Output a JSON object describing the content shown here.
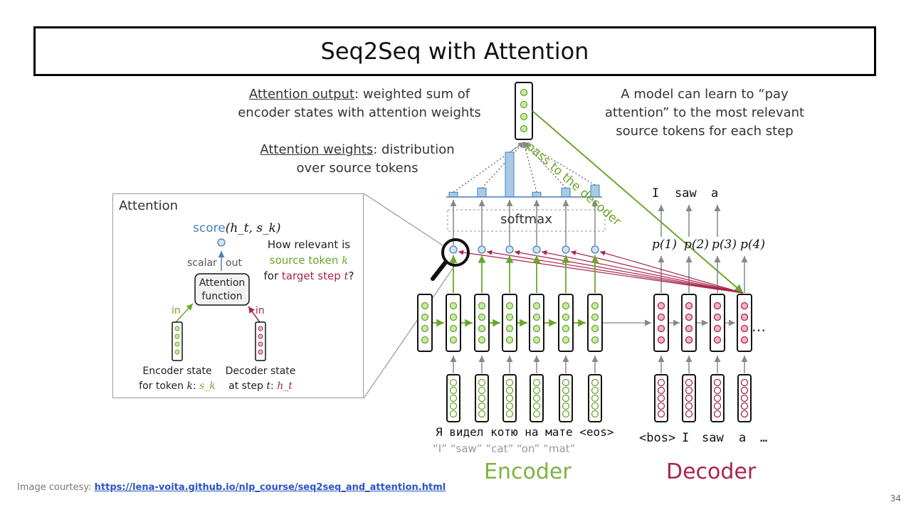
{
  "slide": {
    "title": "Seq2Seq with Attention",
    "page_number": "34"
  },
  "notes": {
    "attn_output_term": "Attention output",
    "attn_output_rest1": ": weighted sum of",
    "attn_output_rest2": "encoder states with attention weights",
    "attn_weights_term": "Attention weights",
    "attn_weights_rest1": ": distribution",
    "attn_weights_rest2": "over source tokens",
    "model_note_1": "A model can learn to “pay",
    "model_note_2": "attention” to the most relevant",
    "model_note_3": "source tokens for each step",
    "pass_label": "pass to the decoder"
  },
  "diagram": {
    "softmax_label": "softmax",
    "attention_weights": [
      0.08,
      0.15,
      0.75,
      0.08,
      0.15,
      0.2
    ],
    "output_tokens": [
      "I",
      "saw",
      "a"
    ],
    "prob_labels": [
      "p(1)",
      "p(2)",
      "p(3)",
      "p(4)"
    ],
    "source_tokens": "Я видел котю на мате <eos>",
    "source_gloss": [
      "“I”",
      "“saw”",
      "“cat”",
      "“on”",
      "“mat”"
    ],
    "target_inputs": [
      "<bos>",
      "I",
      "saw",
      "a",
      "…"
    ],
    "ellipsis": "…",
    "encoder_label": "Encoder",
    "decoder_label": "Decoder"
  },
  "panel": {
    "title": "Attention",
    "score_word": "score",
    "score_args": "(h_t, s_k)",
    "scalar_label": "scalar",
    "out_label": "out",
    "function_label_1": "Attention",
    "function_label_2": "function",
    "in_left": "in",
    "in_right": "in",
    "q_line1": "How relevant is",
    "q_line2a": "source token ",
    "q_line2b": "k",
    "q_line3a": "for ",
    "q_line3b": "target step ",
    "q_line3c": "t",
    "q_line3d": "?",
    "enc_label_1": "Encoder state",
    "enc_label_2a": "for token ",
    "enc_label_2b": "k",
    "enc_label_2c": ": ",
    "enc_label_2d": "s_k",
    "dec_label_1": "Decoder state",
    "dec_label_2a": "at step ",
    "dec_label_2b": "t",
    "dec_label_2c": ": ",
    "dec_label_2d": "h_t"
  },
  "footer": {
    "courtesy_prefix": "Image courtesy: ",
    "courtesy_link": "https://lena-voita.github.io/nlp_course/seq2seq_and_attention.html"
  },
  "colors": {
    "encoder_green": "#6aa72a",
    "decoder_red": "#a8254b",
    "encoder_cell": "#c8eaa8",
    "decoder_cell": "#f4b3c6",
    "query_blue": "#4a7fb8",
    "bar_blue": "#a6cbe8"
  }
}
